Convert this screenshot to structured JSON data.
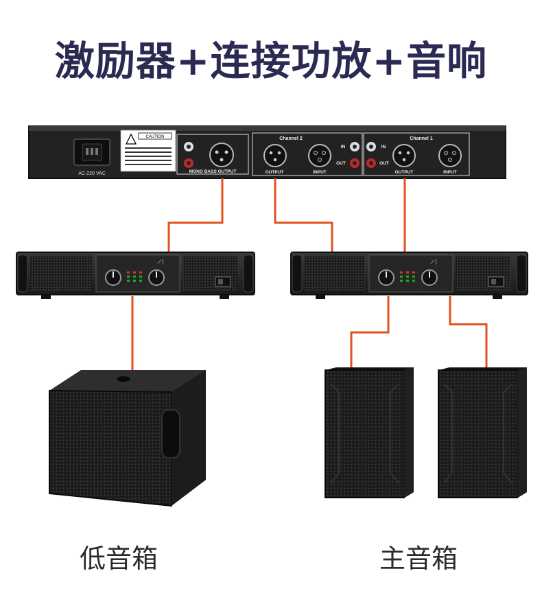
{
  "title": "激励器+连接功放+音响",
  "exciter": {
    "power_label": "AC-220 VAC",
    "caution_label": "CAUTION",
    "mono_bass_label": "MONO BASS OUTPUT",
    "channel2_label": "Channel 2",
    "channel1_label": "Channel 1",
    "output_label": "OUTPUT",
    "input_label": "INPUT",
    "in_label": "IN",
    "out_label": "OUT"
  },
  "captions": {
    "subwoofer": "低音箱",
    "main_speakers": "主音箱"
  },
  "colors": {
    "cable": "#e0521c",
    "title": "#2a2a52",
    "device_body": "#1e1e1e"
  }
}
